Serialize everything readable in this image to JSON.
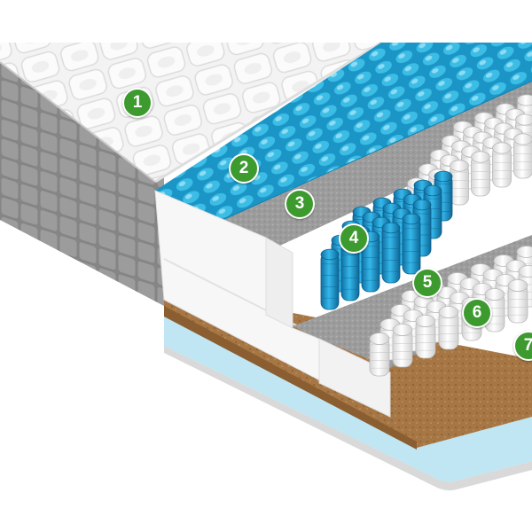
{
  "colors": {
    "badge": "#3d9a2f",
    "quilt": "#f2f2f2",
    "side_fabric": "#8e8e8e",
    "foam_blue": "#22a6d6",
    "felt_gray": "#9a9a9a",
    "coconut": "#a87a48",
    "base_blue": "#bfe6f2",
    "white_foam": "#fbfbfb",
    "spring_white": "#f4f4f4",
    "spring_blue": "#1f9ad2"
  },
  "layers": [
    {
      "number": "1",
      "icon": "quilted-cover"
    },
    {
      "number": "2",
      "icon": "egg-crate-foam"
    },
    {
      "number": "3",
      "icon": "felt-layer"
    },
    {
      "number": "4",
      "icon": "blue-pocket-springs"
    },
    {
      "number": "5",
      "icon": "felt-layer"
    },
    {
      "number": "6",
      "icon": "white-pocket-springs"
    },
    {
      "number": "7",
      "icon": "coconut-coir-layer"
    }
  ]
}
